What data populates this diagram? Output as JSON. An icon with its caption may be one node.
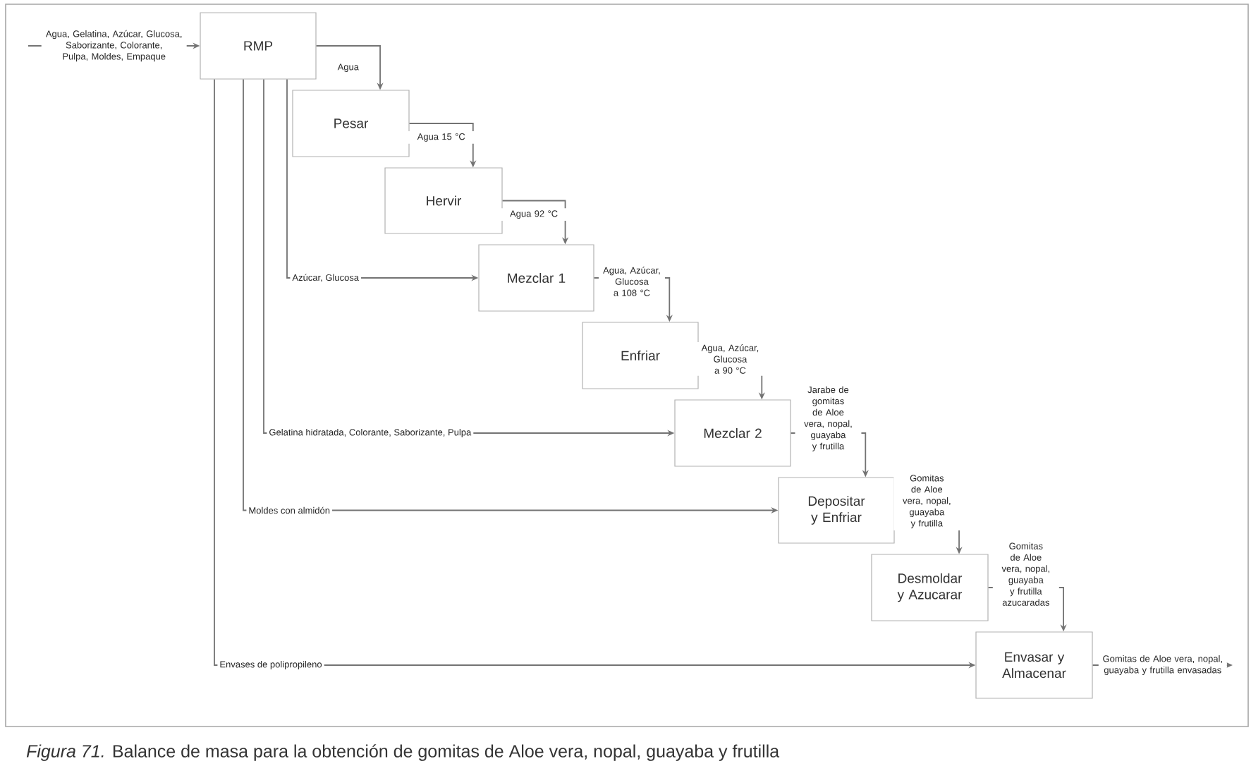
{
  "diagram": {
    "caption": "*Figura 71.* Balance de masa para la obtención de gomitas de Aloe vera, nopal, guayaba y frutilla",
    "nodes": [
      {
        "text": [
          "RMP"
        ]
      },
      {
        "text": [
          "Pesar"
        ]
      },
      {
        "text": [
          "Hervir"
        ]
      },
      {
        "text": [
          "Mezclar 1"
        ]
      },
      {
        "text": [
          "Enfriar"
        ]
      },
      {
        "text": [
          "Mezclar 2"
        ]
      },
      {
        "text": [
          "Depositar y Enfriar"
        ]
      },
      {
        "text": [
          "Desmoldar y Azucarar"
        ]
      },
      {
        "text": [
          "Envasar y Almacenar"
        ]
      }
    ],
    "edges": [
      {
        "from": null,
        "to": 0,
        "arrow": "to",
        "label": "Agua, Gelatina, Azúcar, Glucosa, Saborizante, Colorante, Pulpa, Moldes, Empaque"
      },
      {
        "from": 0,
        "to": 1,
        "arrow": "to",
        "label": "Agua"
      },
      {
        "from": 1,
        "to": 2,
        "arrow": "to",
        "label": "Agua 15 °C"
      },
      {
        "from": 2,
        "to": 3,
        "arrow": "to",
        "label": "Agua 92 °C"
      },
      {
        "from": 3,
        "to": 4,
        "arrow": "to",
        "label": "Agua, Azúcar, Glucosa a 108 °C"
      },
      {
        "from": 4,
        "to": 5,
        "arrow": "to",
        "label": "Agua, Azúcar, Glucosa a 90 °C"
      },
      {
        "from": 5,
        "to": 6,
        "arrow": "to",
        "label": "Jarabe de gomitas de Aloe vera, nopal, guayaba y frutilla"
      },
      {
        "from": 6,
        "to": 7,
        "arrow": "to",
        "label": "Gomitas de Aloe vera, nopal, guayaba y frutilla"
      },
      {
        "from": 7,
        "to": 8,
        "arrow": "to",
        "label": "Gomitas de Aloe vera, nopal, guayaba y frutilla azucaradas"
      },
      {
        "from": 0,
        "to": 3,
        "arrow": "to",
        "label": "Azúcar, Glucosa"
      },
      {
        "from": 0,
        "to": 5,
        "arrow": "to",
        "label": "Gelatina hidratada, Colorante, Saborizante, Pulpa"
      },
      {
        "from": 0,
        "to": 6,
        "arrow": "to",
        "label": "Moldes con almidón"
      },
      {
        "from": 0,
        "to": 8,
        "arrow": "to",
        "label": "Envases de polipropileno"
      },
      {
        "from": 8,
        "to": null,
        "arrow": "to",
        "label": "Gomitas de Aloe vera, nopal, guayaba y frutilla envasadas"
      }
    ]
  }
}
